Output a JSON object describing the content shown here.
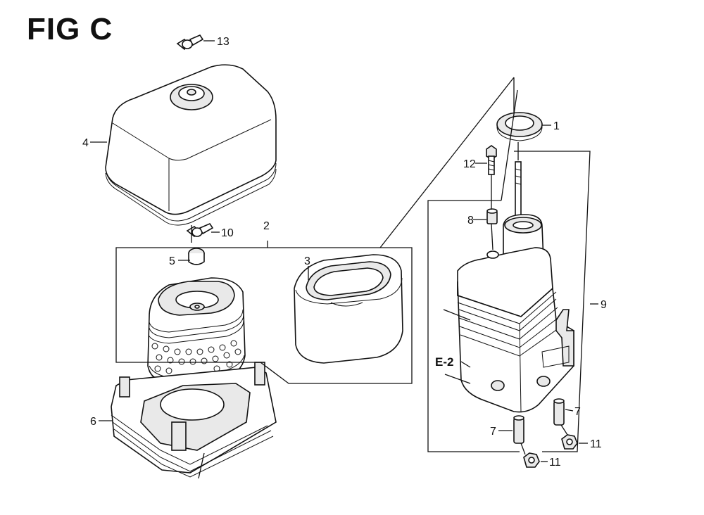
{
  "figure": {
    "title": "FIG C"
  },
  "callouts": [
    {
      "id": "c1",
      "label": "1"
    },
    {
      "id": "c2",
      "label": "2"
    },
    {
      "id": "c3",
      "label": "3"
    },
    {
      "id": "c4",
      "label": "4"
    },
    {
      "id": "c5",
      "label": "5"
    },
    {
      "id": "c6",
      "label": "6"
    },
    {
      "id": "c7a",
      "label": "7"
    },
    {
      "id": "c7b",
      "label": "7"
    },
    {
      "id": "c8",
      "label": "8"
    },
    {
      "id": "c9",
      "label": "9"
    },
    {
      "id": "c10",
      "label": "10"
    },
    {
      "id": "c11a",
      "label": "11"
    },
    {
      "id": "c11b",
      "label": "11"
    },
    {
      "id": "c12",
      "label": "12"
    },
    {
      "id": "c13",
      "label": "13"
    }
  ],
  "reference": {
    "label": "E-2"
  }
}
